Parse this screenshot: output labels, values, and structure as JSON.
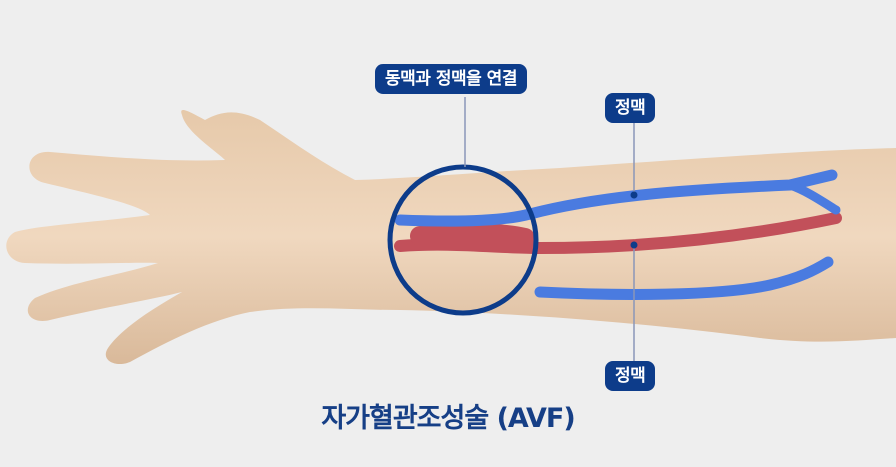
{
  "labels": {
    "connection": "동맥과 정맥을 연결",
    "vein_top": "정맥",
    "vein_bottom": "정맥"
  },
  "caption": "자가혈관조성술 (AVF)",
  "colors": {
    "label_bg": "#0d3c8a",
    "caption_text": "#163f86",
    "vein": "#4a7be0",
    "artery": "#c2505a",
    "skin": "#edd3b8",
    "circle": "#0d3c8a",
    "background": "#eeeeee"
  }
}
